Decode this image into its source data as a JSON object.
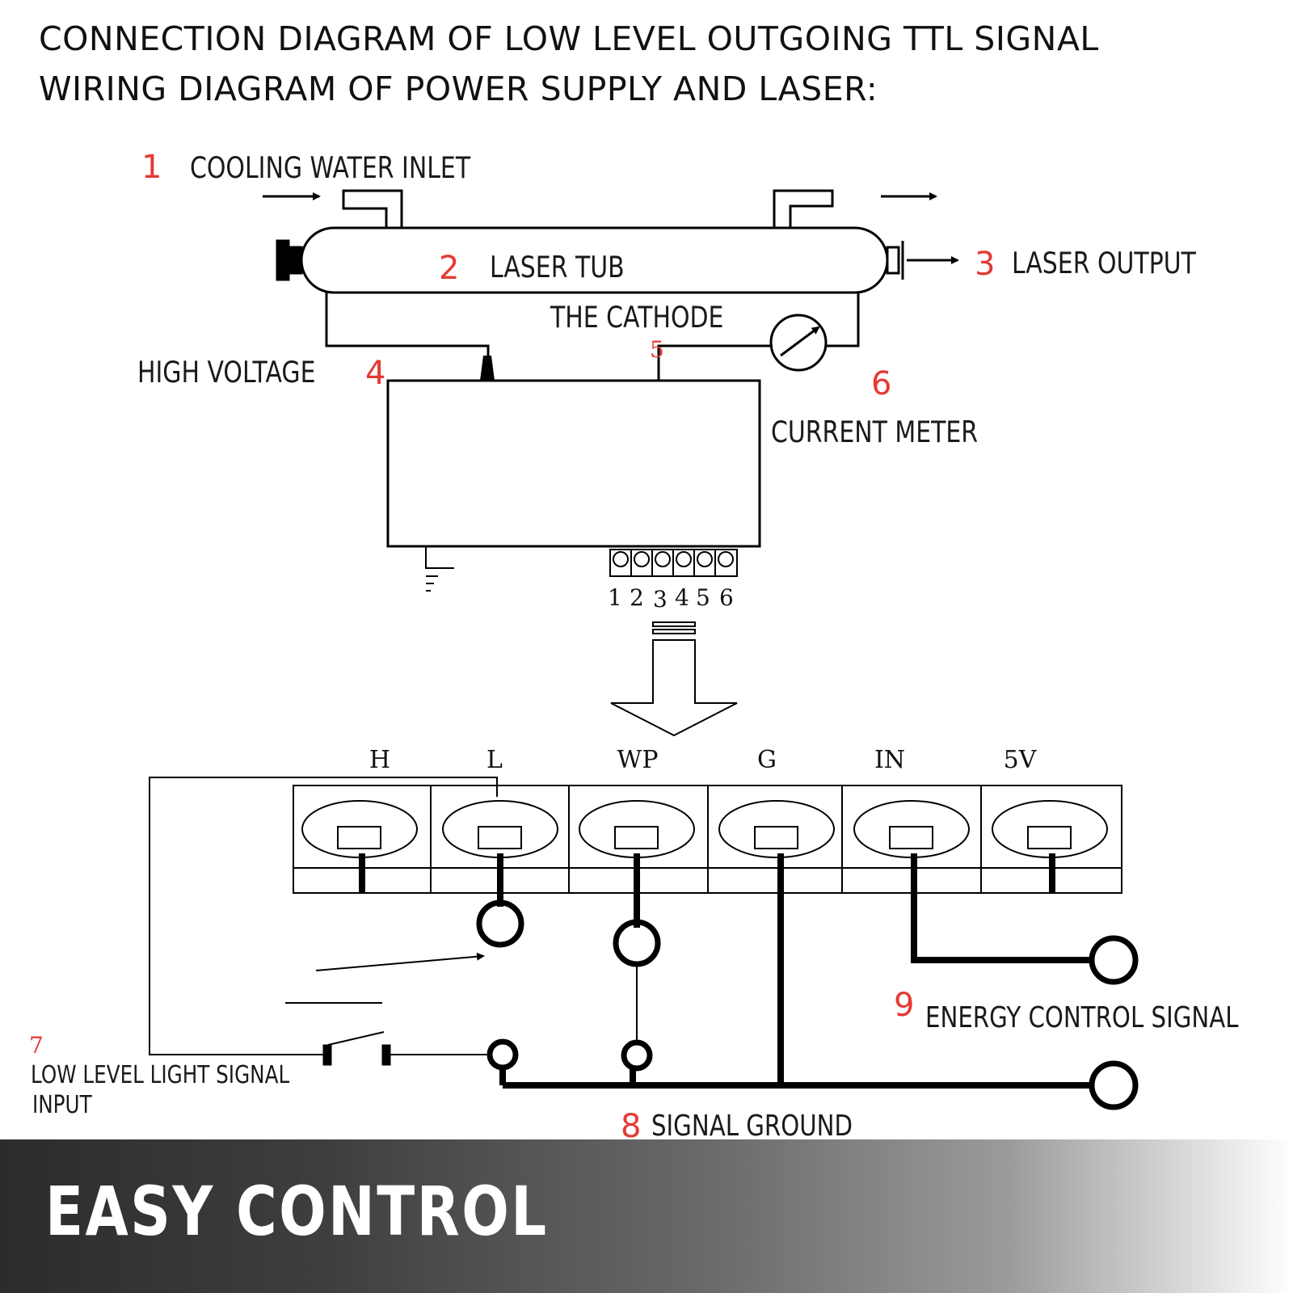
{
  "heading": {
    "line1": "CONNECTION DIAGRAM OF LOW LEVEL OUTGOING TTL SIGNAL",
    "line2": "WIRING DIAGRAM OF POWER SUPPLY AND LASER:"
  },
  "labels": {
    "n1": "1",
    "cooling_water_inlet": "COOLING WATER INLET",
    "n2": "2",
    "laser_tub": "LASER TUB",
    "n3": "3",
    "laser_output": "LASER OUTPUT",
    "the_cathode": "THE CATHODE",
    "high_voltage": "HIGH VOLTAGE",
    "n4": "4",
    "n5": "5",
    "n6": "6",
    "current_meter": "CURRENT METER",
    "n7": "7",
    "low_level_light_signal": "LOW LEVEL LIGHT SIGNAL",
    "input": "INPUT",
    "n8": "8",
    "signal_ground": "SIGNAL GROUND",
    "n9": "9",
    "energy_control_signal": "ENERGY CONTROL SIGNAL"
  },
  "pins": [
    "1",
    "2",
    "3",
    "4",
    "5",
    "6"
  ],
  "terminals": [
    "H",
    "L",
    "WP",
    "G",
    "IN",
    "5V"
  ],
  "banner": {
    "text": "EASY  CONTROL"
  }
}
